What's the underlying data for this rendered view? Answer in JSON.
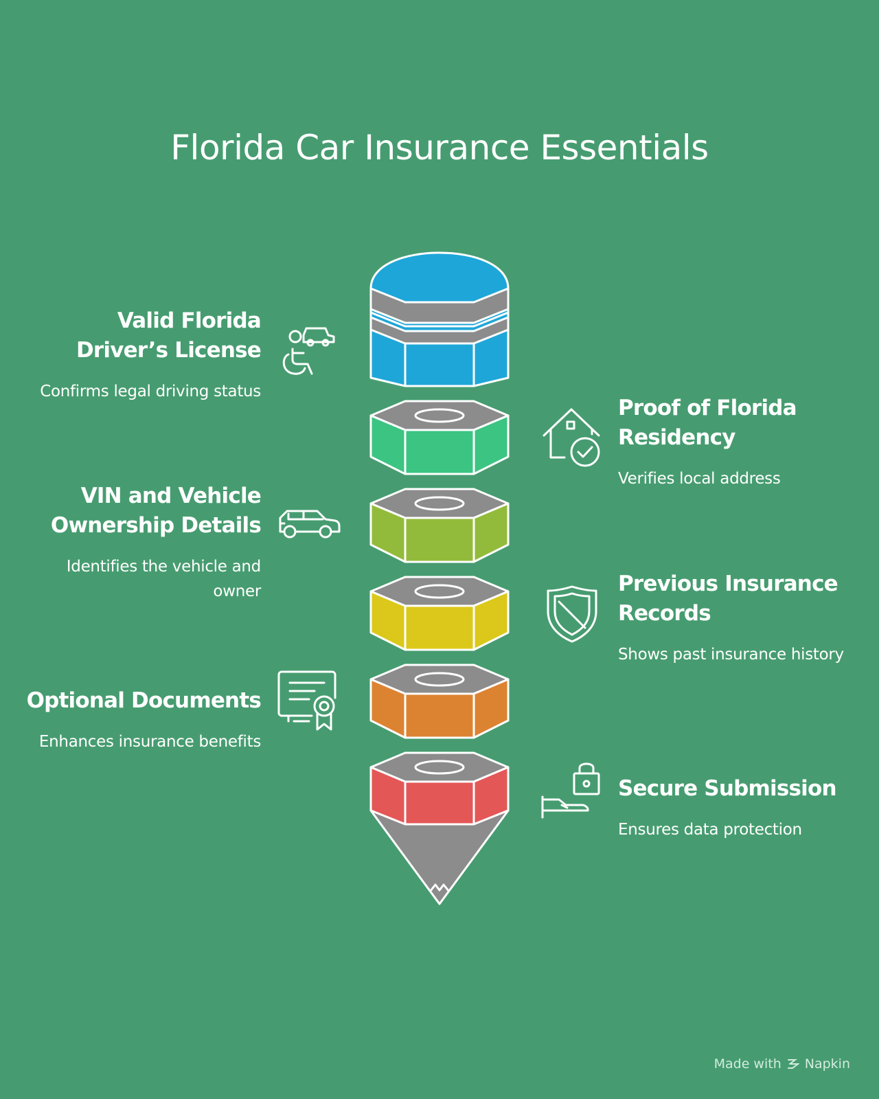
{
  "title": "Florida Car Insurance Essentials",
  "items": [
    {
      "heading": "Valid Florida Driver’s License",
      "description": "Confirms legal driving status",
      "icon": "driver-license-icon",
      "color": "#1fa6d8"
    },
    {
      "heading": "Proof of Florida Residency",
      "description": "Verifies local address",
      "icon": "home-check-icon",
      "color": "#3bc482"
    },
    {
      "heading": "VIN and Vehicle Ownership Details",
      "description": "Identifies the vehicle and owner",
      "icon": "car-icon",
      "color": "#93bb3b"
    },
    {
      "heading": "Previous Insurance Records",
      "description": "Shows past insurance history",
      "icon": "shield-icon",
      "color": "#dcc81a"
    },
    {
      "heading": "Optional Documents",
      "description": "Enhances insurance benefits",
      "icon": "certificate-icon",
      "color": "#dc8332"
    },
    {
      "heading": "Secure Submission",
      "description": "Ensures data protection",
      "icon": "lock-hand-icon",
      "color": "#e45757"
    }
  ],
  "footer": {
    "made_with": "Made with",
    "brand": "Napkin"
  },
  "colors": {
    "background": "#469c70",
    "gray": "#8c8c8c"
  }
}
